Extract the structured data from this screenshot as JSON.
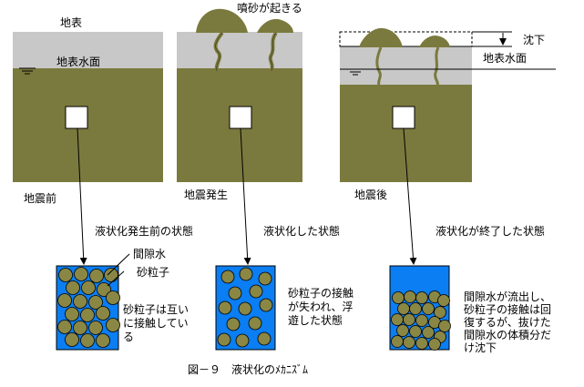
{
  "labels": {
    "surface": "地表",
    "water_table_1": "地表水面",
    "water_table_3": "地表水面",
    "sand_boil": "噴砂が起きる",
    "subsidence": "沈下",
    "before_quake": "地震前",
    "during_quake": "地震発生",
    "after_quake": "地震後"
  },
  "states": {
    "before": "液状化発生前の状態",
    "during": "液状化した状態",
    "after": "液状化が終了した状態"
  },
  "legend": {
    "pore_water": "間隙水",
    "sand_grain": "砂粒子"
  },
  "descriptions": {
    "before": [
      "砂粒子は互い",
      "に接触してい",
      "る"
    ],
    "during": [
      "砂粒子の接触",
      "が失われ、浮",
      "遊した状態"
    ],
    "after": [
      "間隙水が流出し、",
      "砂粒子の接触は回",
      "復するが、抜けた",
      "間隙水の体積分だ",
      "け沈下"
    ]
  },
  "caption": "図－９　液状化のﾒｶﾆｽﾞﾑ",
  "colors": {
    "soil": "#7b7a3e",
    "ground_surface": "#c8c8c8",
    "water": "#0a7ef2",
    "grain": "#8a8644"
  }
}
